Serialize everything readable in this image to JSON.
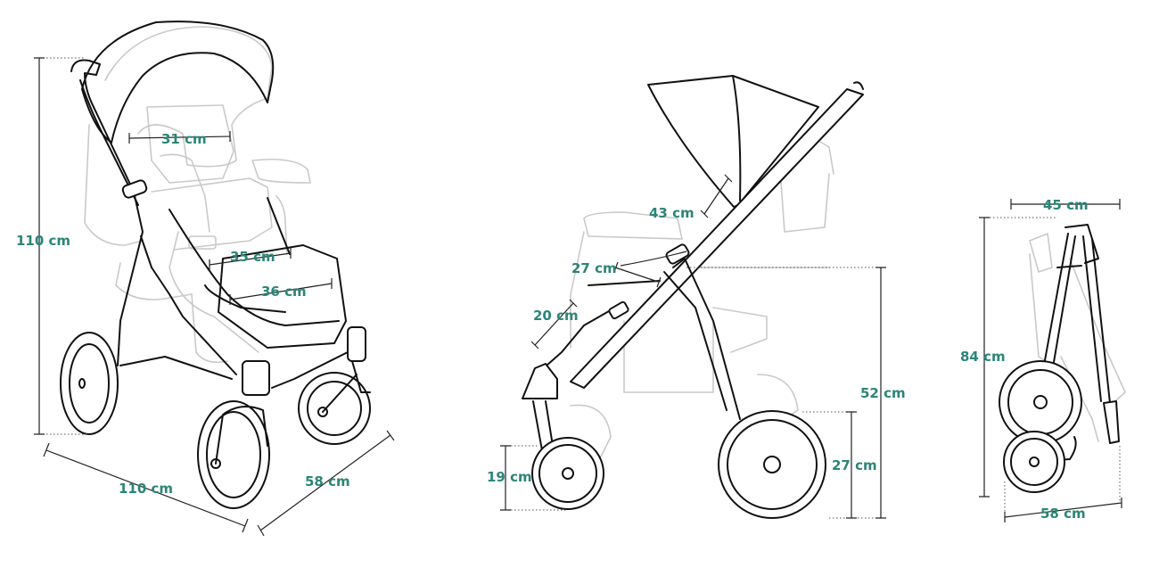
{
  "front_view": {
    "height": "110 cm",
    "length": "110 cm",
    "width": "58 cm",
    "backrest_width": "31 cm",
    "seat_width": "35 cm",
    "footrest_width": "36 cm"
  },
  "side_view": {
    "backrest_length": "43 cm",
    "seat_depth": "27 cm",
    "leg_rest_length": "20 cm",
    "seat_height": "52 cm",
    "rear_wheel_diameter": "27 cm",
    "front_wheel_diameter": "19 cm"
  },
  "folded_view": {
    "depth": "45 cm",
    "height": "84 cm",
    "width": "58 cm"
  },
  "colors": {
    "label": "#2b8577",
    "ink": "#111111",
    "ghost": "#c9c9c9"
  }
}
